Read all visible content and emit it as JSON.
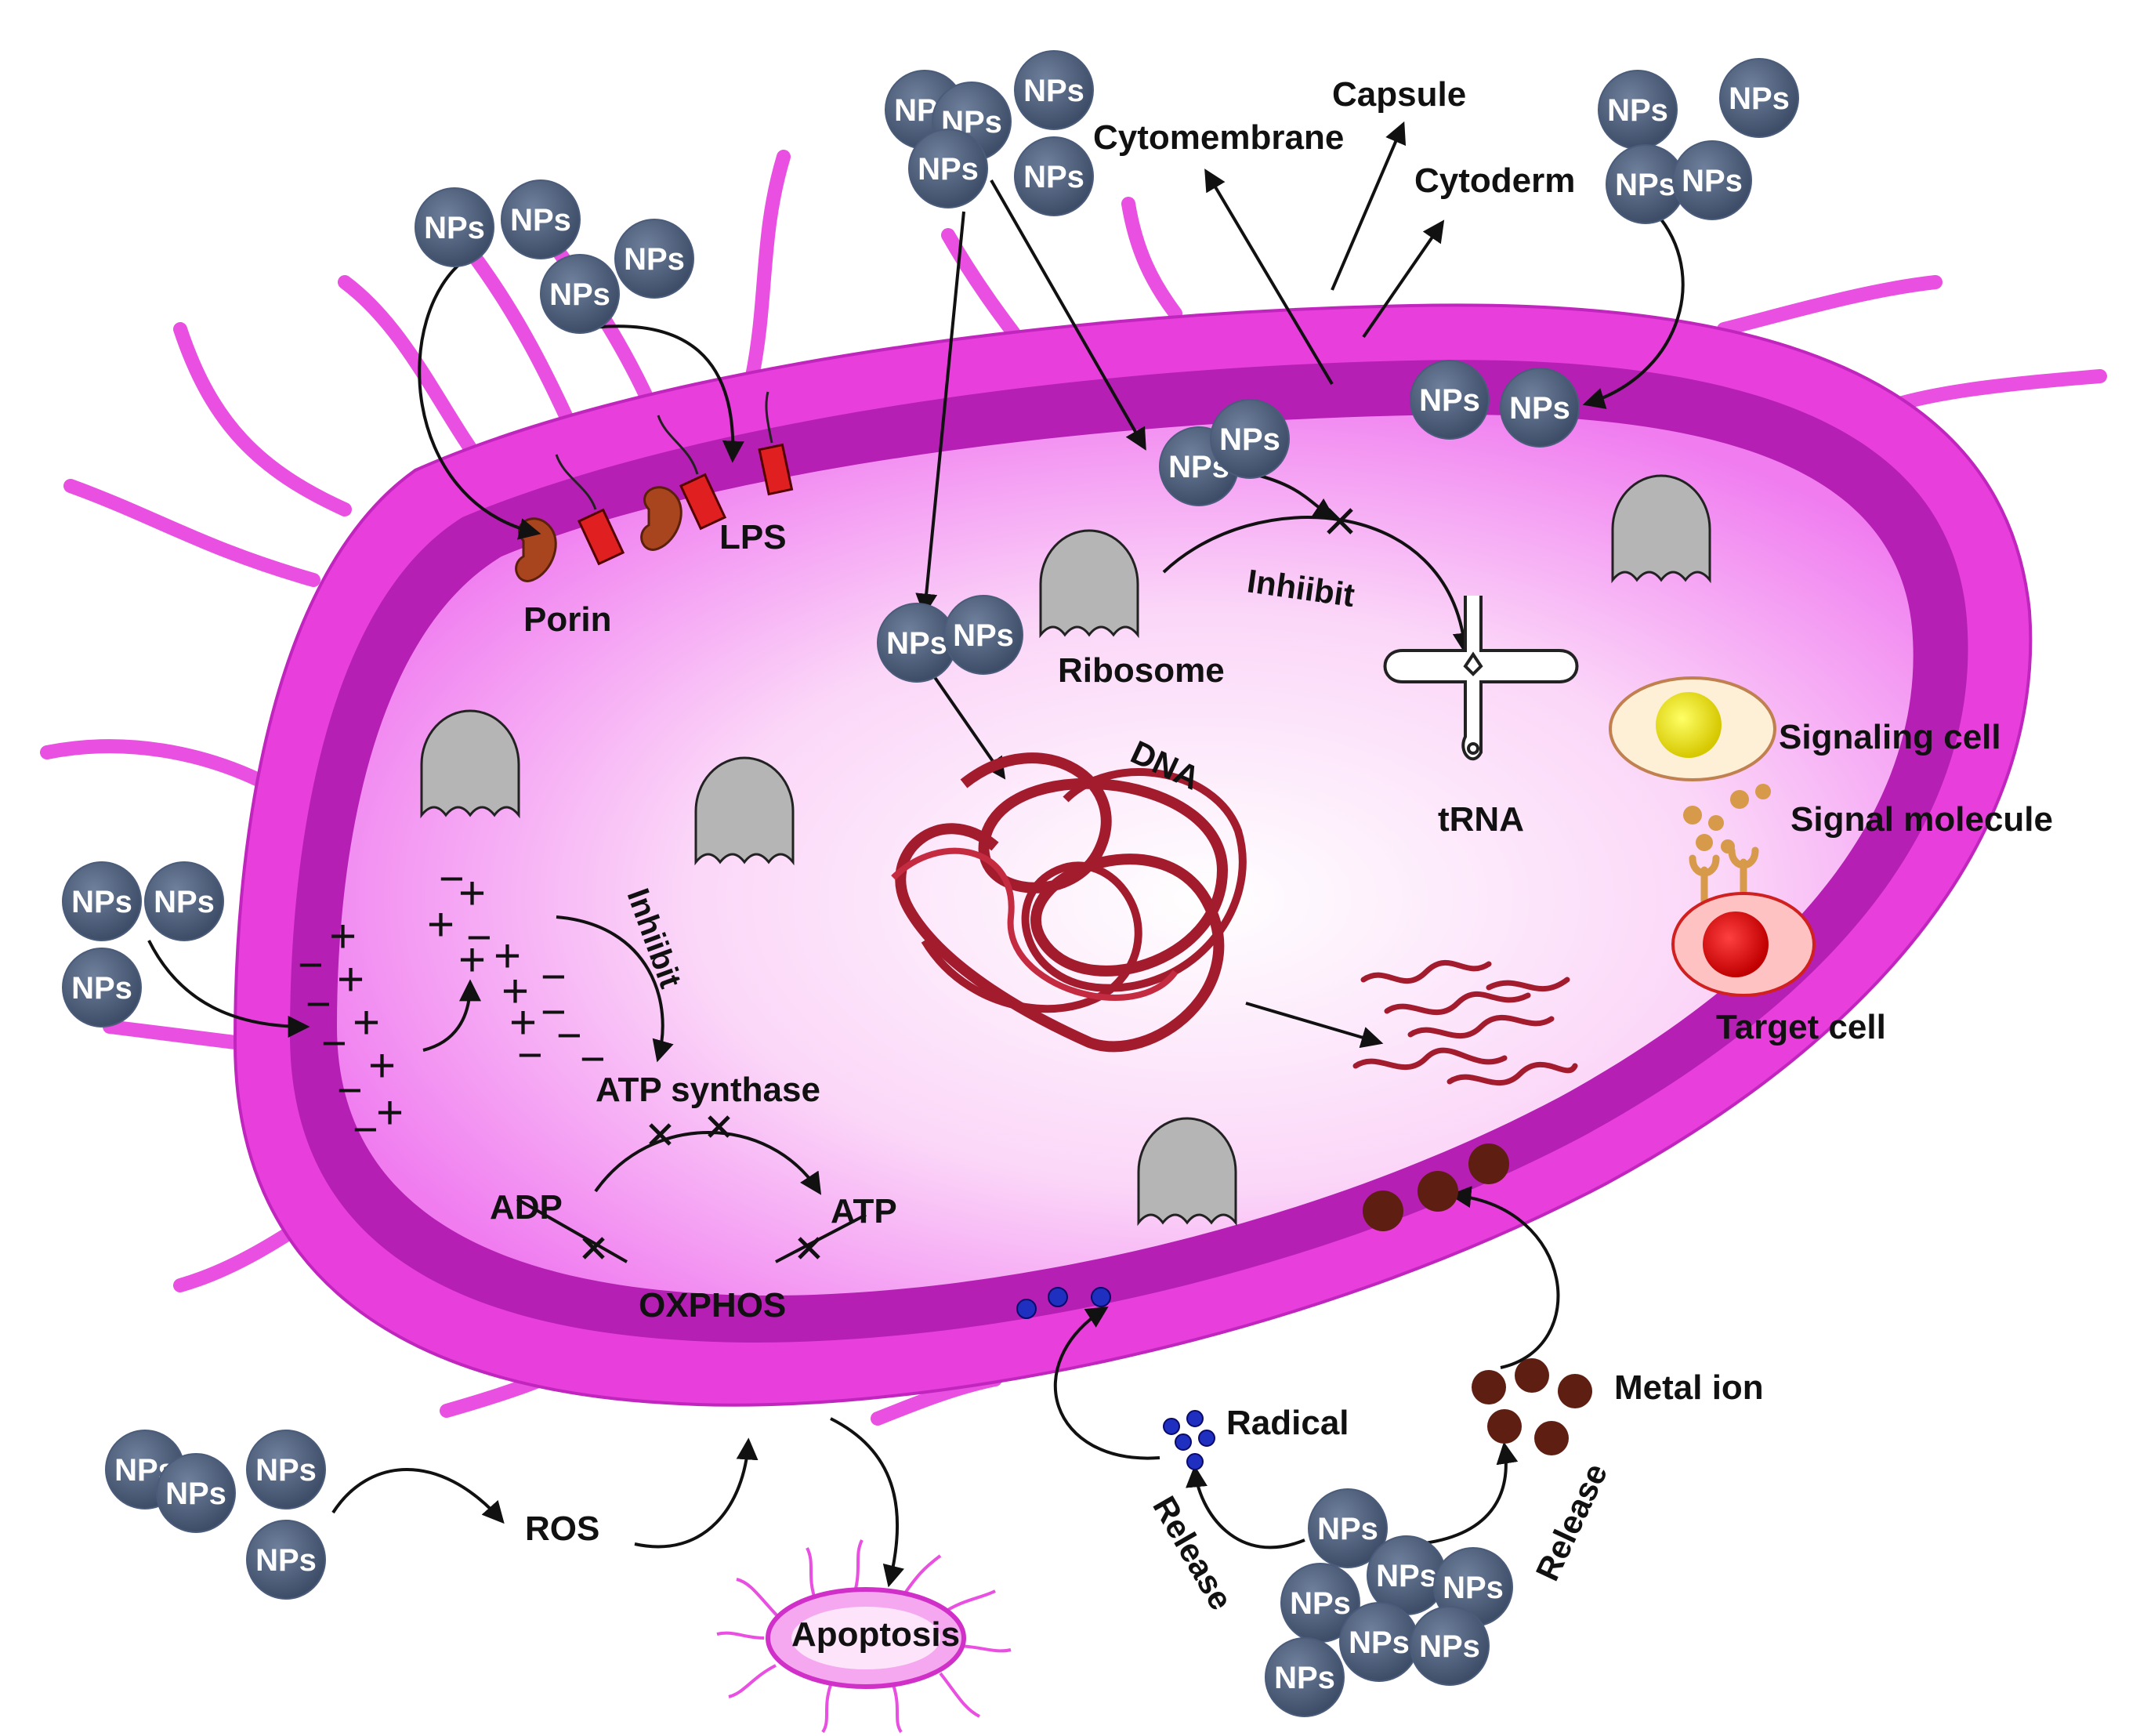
{
  "labels": {
    "capsule": "Capsule",
    "cytomembrane": "Cytomembrane",
    "cytoderm": "Cytoderm",
    "lps": "LPS",
    "porin": "Porin",
    "inhibit_trna": "Inhiibit",
    "inhibit_atp": "Inhiibit",
    "ribosome": "Ribosome",
    "trna": "tRNA",
    "dna": "DNA",
    "signaling_cell": "Signaling cell",
    "signal_molecule": "Signal molecule",
    "target_cell": "Target cell",
    "atp_synthase": "ATP synthase",
    "adp": "ADP",
    "atp": "ATP",
    "oxphos": "OXPHOS",
    "ros": "ROS",
    "apoptosis": "Apoptosis",
    "radical": "Radical",
    "metal_ion": "Metal ion",
    "release_left": "Release",
    "release_right": "Release"
  },
  "nanoparticle": {
    "label": "NPs",
    "color": "#4a5c7a"
  },
  "colors": {
    "cell_outer": "#e83fdc",
    "cell_wall": "#b51fb3",
    "cytoplasm_center": "#ffffff",
    "cytoplasm_edge": "#f07cf0",
    "ribosome": "#b5b5b5",
    "dna": "#a31c2e",
    "metal_ion": "#5e1f12",
    "radical": "#1f2fbf",
    "signaling_cell_nucleus": "#e8e000",
    "target_cell_nucleus": "#e00000",
    "lps": "#e02020",
    "porin": "#a8451f"
  }
}
